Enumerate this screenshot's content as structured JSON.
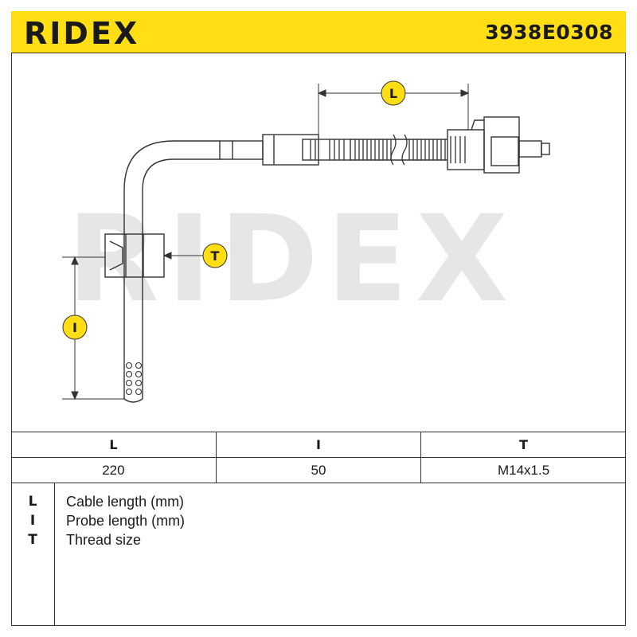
{
  "header": {
    "brand": "RIDEX",
    "part_number": "3938E0308"
  },
  "watermark": {
    "text": "RIDEX"
  },
  "diagram": {
    "callouts": [
      "L",
      "T",
      "I"
    ]
  },
  "spec_table": {
    "headers": [
      "L",
      "I",
      "T"
    ],
    "values": [
      "220",
      "50",
      "M14x1.5"
    ]
  },
  "legend": [
    {
      "key": "L",
      "desc": "Cable length (mm)"
    },
    {
      "key": "I",
      "desc": "Probe length (mm)"
    },
    {
      "key": "T",
      "desc": "Thread size"
    }
  ],
  "colors": {
    "header_bg": "#ffde14",
    "callout_bg": "#ffde14",
    "line": "#333333",
    "watermark": "#e6e6e6"
  }
}
